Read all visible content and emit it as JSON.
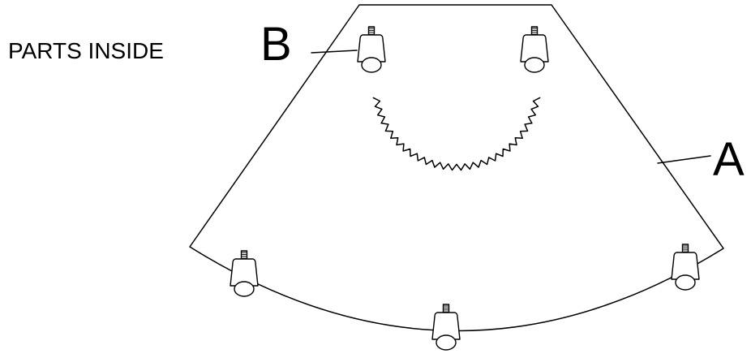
{
  "note_text": "PARTS INSIDE",
  "labels": {
    "a": "A",
    "b": "B"
  },
  "parts": [
    {
      "id": "A",
      "name": "seat-panel"
    },
    {
      "id": "B",
      "name": "leg-foot"
    }
  ],
  "colors": {
    "stroke": "#000000",
    "background": "#ffffff"
  }
}
